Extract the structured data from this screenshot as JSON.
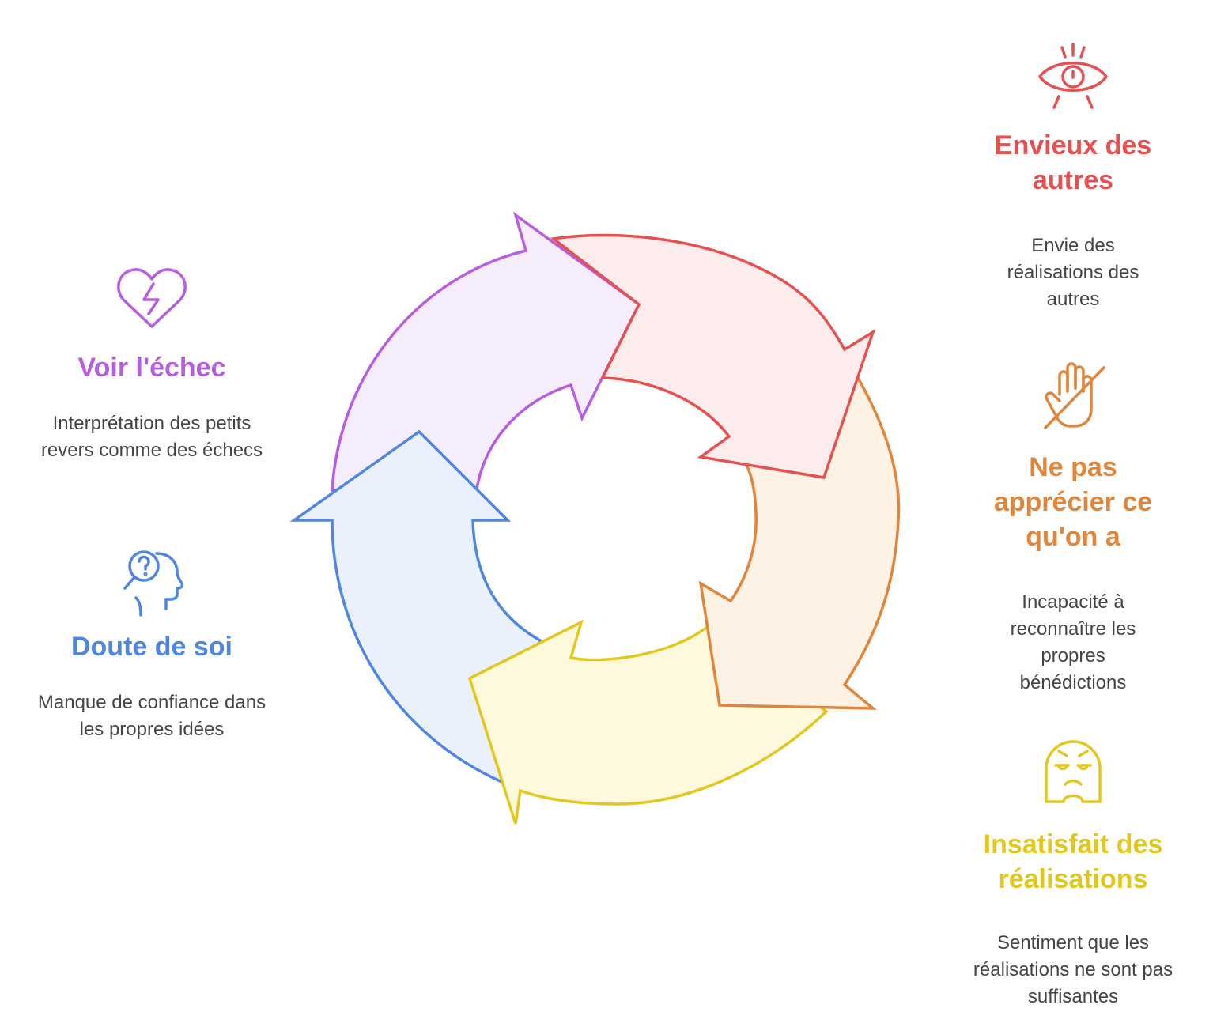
{
  "colors": {
    "red": "#E55050",
    "red_fill": "#FDECEC",
    "orange": "#E0853A",
    "orange_fill": "#FEF2E4",
    "yellow": "#E2C81E",
    "yellow_fill": "#FEF9DC",
    "blue": "#4F86E0",
    "blue_fill": "#EAF1FD",
    "purple": "#B65DE0",
    "purple_fill": "#F6EDFC",
    "text": "#444444"
  },
  "steps": [
    {
      "key": "envieux",
      "icon": "eye-icon",
      "color": "#E55050",
      "title": "Envieux des autres",
      "desc": "Envie des réalisations des autres"
    },
    {
      "key": "apprecier",
      "icon": "hand-off-icon",
      "color": "#E0853A",
      "title": "Ne pas apprécier ce qu'on a",
      "desc": "Incapacité à reconnaître les propres bénédictions"
    },
    {
      "key": "insatisfait",
      "icon": "angry-face-icon",
      "color": "#E2C81E",
      "title": "Insatisfait des réalisations",
      "desc": "Sentiment que les réalisations ne sont pas suffisantes"
    },
    {
      "key": "doute",
      "icon": "head-question-icon",
      "color": "#4F86E0",
      "title": "Doute de soi",
      "desc": "Manque de confiance dans les propres idées"
    },
    {
      "key": "echec",
      "icon": "broken-heart-icon",
      "color": "#B65DE0",
      "title": "Voir l'échec",
      "desc": "Interprétation des petits revers comme des échecs"
    }
  ]
}
